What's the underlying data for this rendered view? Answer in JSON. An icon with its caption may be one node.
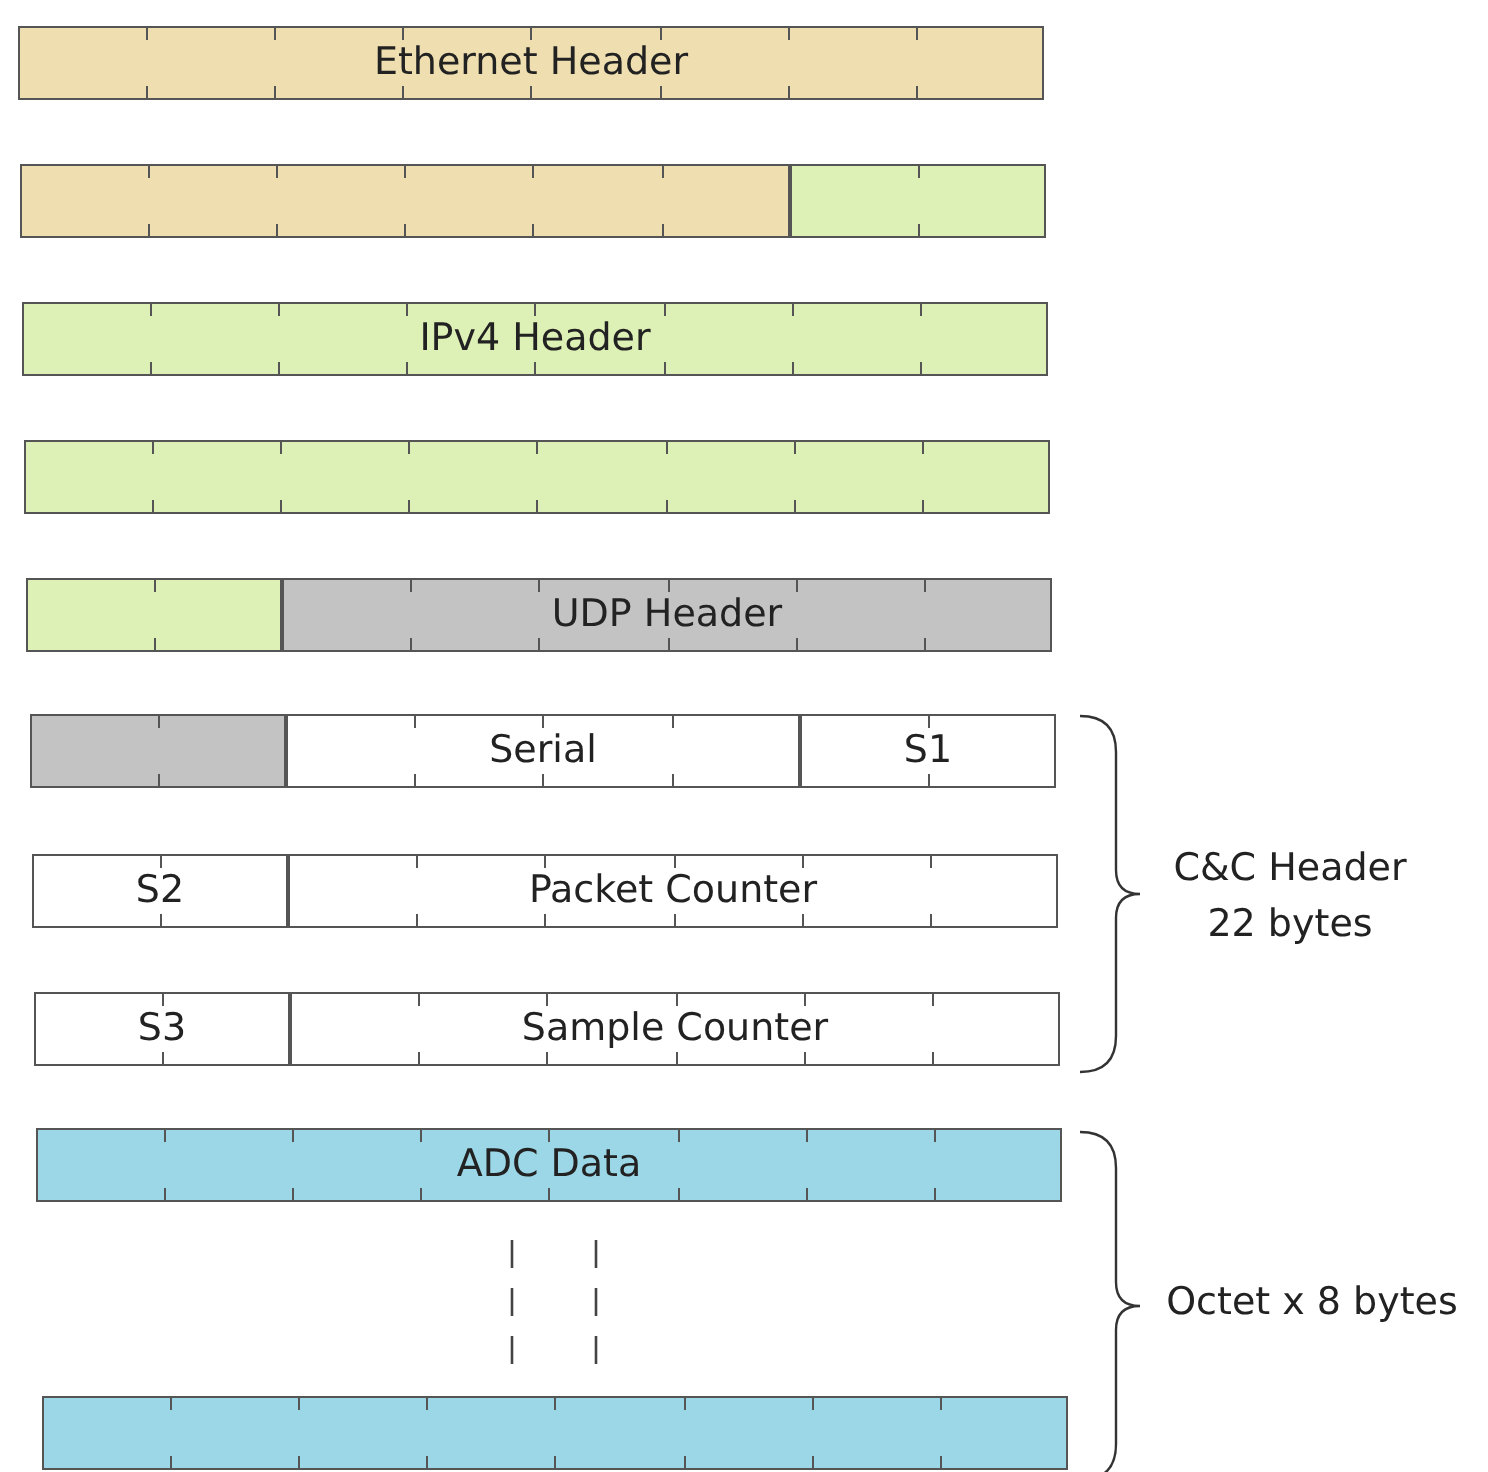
{
  "diagram": {
    "nodes": [
      {
        "text": [
          "Ethernet Header"
        ]
      },
      {
        "text": [],
        "shape": "bar"
      },
      {
        "text": [],
        "shape": "bar"
      },
      {
        "text": [
          "IPv4 Header"
        ]
      },
      {
        "text": [],
        "shape": "bar"
      },
      {
        "text": [],
        "shape": "bar"
      },
      {
        "text": [
          "UDP Header"
        ]
      },
      {
        "text": [],
        "shape": "bar"
      },
      {
        "text": [
          "Serial"
        ]
      },
      {
        "text": [
          "S1"
        ]
      },
      {
        "text": [
          "S2"
        ]
      },
      {
        "text": [
          "Packet Counter"
        ]
      },
      {
        "text": [
          "S3"
        ]
      },
      {
        "text": [
          "Sample Counter"
        ]
      },
      {
        "text": [
          "ADC Data"
        ]
      },
      {
        "text": [],
        "shape": "bar"
      }
    ],
    "labels": [
      "C&C Header 22 bytes",
      "Octet x 8 bytes"
    ]
  }
}
